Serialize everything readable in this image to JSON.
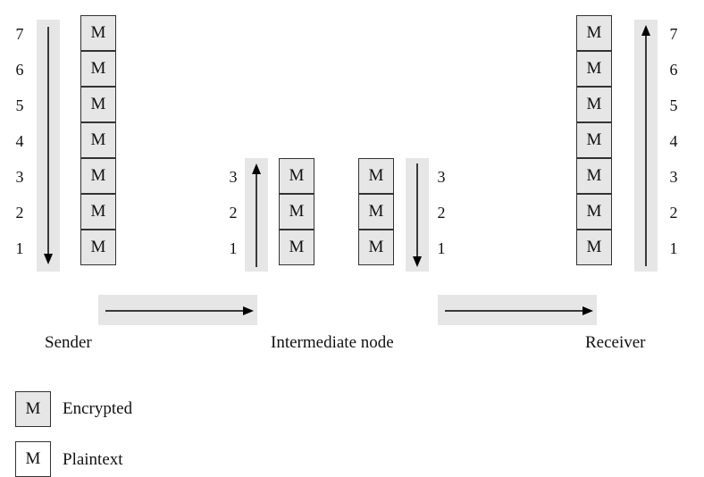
{
  "layer_numbers_7": [
    "7",
    "6",
    "5",
    "4",
    "3",
    "2",
    "1"
  ],
  "layer_numbers_3": [
    "3",
    "2",
    "1"
  ],
  "box_letter": "M",
  "nodes": {
    "sender": "Sender",
    "intermediate": "Intermediate node",
    "receiver": "Receiver"
  },
  "legend": {
    "encrypted_box": "M",
    "encrypted_label": "Encrypted",
    "plaintext_box": "M",
    "plaintext_label": "Plaintext"
  },
  "colors": {
    "encrypted_fill": "#e6e6e6",
    "plaintext_fill": "#ffffff",
    "bar_fill": "#e6e6e6"
  }
}
